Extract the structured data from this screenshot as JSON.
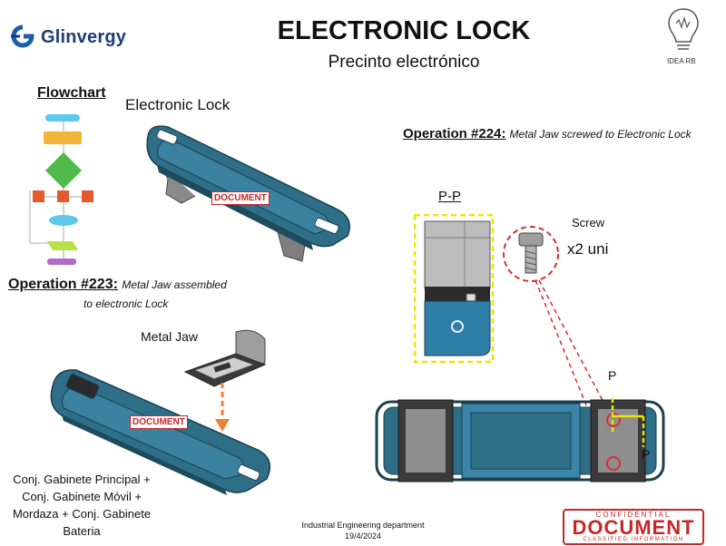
{
  "header": {
    "company": "Glinvergy",
    "title": "ELECTRONIC LOCK",
    "subtitle": "Precinto electrónico",
    "idea_label": "IDEA RB"
  },
  "flowchart": {
    "title": "Flowchart"
  },
  "electronic_lock": {
    "label": "Electronic Lock"
  },
  "operation_224": {
    "number": "Operation #224:",
    "description": "Metal Jaw screwed to Electronic Lock"
  },
  "operation_223": {
    "number": "Operation #223:",
    "description": "Metal Jaw assembled",
    "description_cont": "to electronic Lock"
  },
  "section_view": {
    "label": "P-P"
  },
  "screw": {
    "label": "Screw",
    "quantity": "x2 uni"
  },
  "metal_jaw": {
    "label": "Metal Jaw"
  },
  "section_markers": {
    "p_top": "P",
    "p_bottom": "P"
  },
  "assembly_note": "Conj. Gabinete Principal + Conj. Gabinete Móvil + Mordaza + Conj. Gabinete Bateria",
  "footer": {
    "department": "Industrial Engineering department",
    "date": "19/4/2024"
  },
  "stamps": {
    "small": "DOCUMENT",
    "big_top": "CONFIDENTIAL",
    "big_main": "DOCUMENT",
    "big_bottom": "CLASSIFIED INFORMATION"
  },
  "colors": {
    "lock_body": "#2e6f87",
    "lock_dark": "#1d4c5e",
    "highlight": "#e9e600",
    "marker": "#d32f2f",
    "arrow": "#e8833a"
  }
}
